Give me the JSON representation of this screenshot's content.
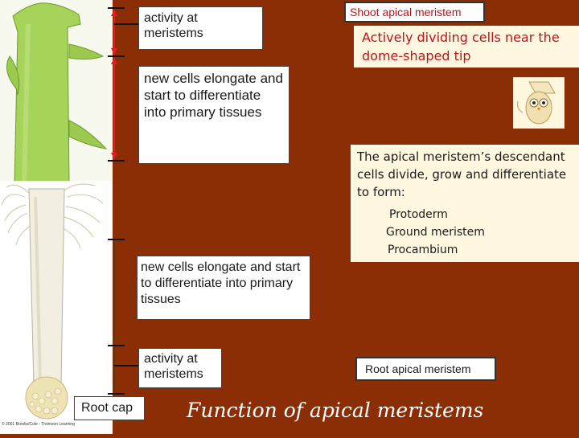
{
  "labels": {
    "activity_top": "activity at meristems",
    "elongate_top": "new cells elongate and start to differentiate into primary tissues",
    "elongate_bottom": "new cells elongate and start to differentiate into primary tissues",
    "activity_bottom": "activity at meristems",
    "root_cap": "Root cap"
  },
  "right_panel": {
    "shoot_title": "Shoot apical meristem",
    "shoot_desc": "Actively dividing cells near the dome-shaped tip",
    "descendant_text": "The apical meristem’s descendant cells divide, grow and differentiate to form:",
    "tissues": [
      "Protoderm",
      "Ground meristem",
      "Procambium"
    ],
    "root_title": "Root apical meristem"
  },
  "slide_title": "Function of apical meristems",
  "credit": "© 2001 Brooks/Cole - Thomson Learning",
  "colors": {
    "background": "#8b2e05",
    "accent_red": "#e8191f",
    "stem_green": "#a6d35a",
    "root_cream": "#f2efe2"
  }
}
